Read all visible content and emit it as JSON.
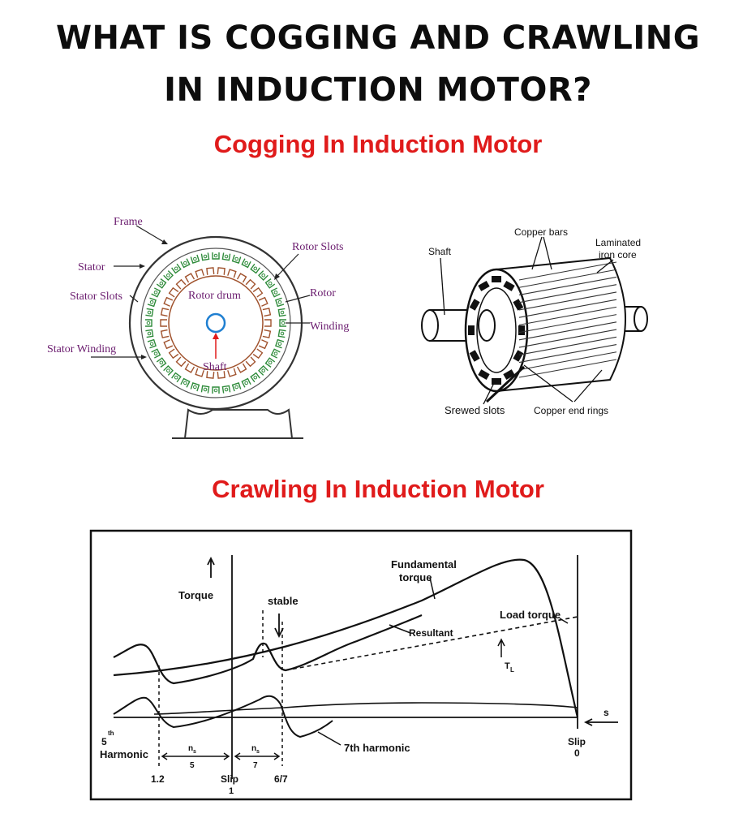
{
  "heading": {
    "line1": "WHAT IS COGGING AND CRAWLING",
    "line2": "IN INDUCTION MOTOR?"
  },
  "cogging": {
    "title": "Cogging In Induction Motor",
    "stator_diagram": {
      "frame": "Frame",
      "stator": "Stator",
      "stator_slots": "Stator Slots",
      "stator_winding": "Stator Winding",
      "rotor_slots": "Rotor Slots",
      "rotor_drum": "Rotor drum",
      "rotor": "Rotor",
      "winding": "Winding",
      "shaft": "Shaft"
    },
    "rotor_diagram": {
      "shaft": "Shaft",
      "copper_bars": "Copper bars",
      "laminated_line1": "Laminated",
      "laminated_line2": "iron core",
      "skewed_slots": "Srewed slots",
      "end_rings": "Copper end rings"
    }
  },
  "crawling": {
    "title": "Crawling In Induction Motor",
    "labels": {
      "fundamental_line1": "Fundamental",
      "fundamental_line2": "torque",
      "torque": "Torque",
      "stable": "stable",
      "load_torque": "Load torque",
      "resultant": "Resultant",
      "tl_main": "T",
      "tl_sub": "L",
      "seventh": "7th harmonic",
      "fifth_sup": "th",
      "fifth_num": "5",
      "harmonic": "Harmonic",
      "ns_num": "n",
      "ns_sub": "s",
      "five": "5",
      "seven": "7",
      "v_1_2": "1.2",
      "slip": "Slip",
      "one": "1",
      "v_6_7": "6/7",
      "slip_right": "Slip",
      "zero": "0",
      "s": "s"
    }
  },
  "colors": {
    "heading": "#0d0d0d",
    "subtitle": "#e01b1b",
    "label_purple": "#6a1b6e",
    "stator_green": "#2e8b3a",
    "rotor_brown": "#a0522d",
    "shaft_blue": "#1f7fd1",
    "arrow_red": "#e01b1b"
  }
}
